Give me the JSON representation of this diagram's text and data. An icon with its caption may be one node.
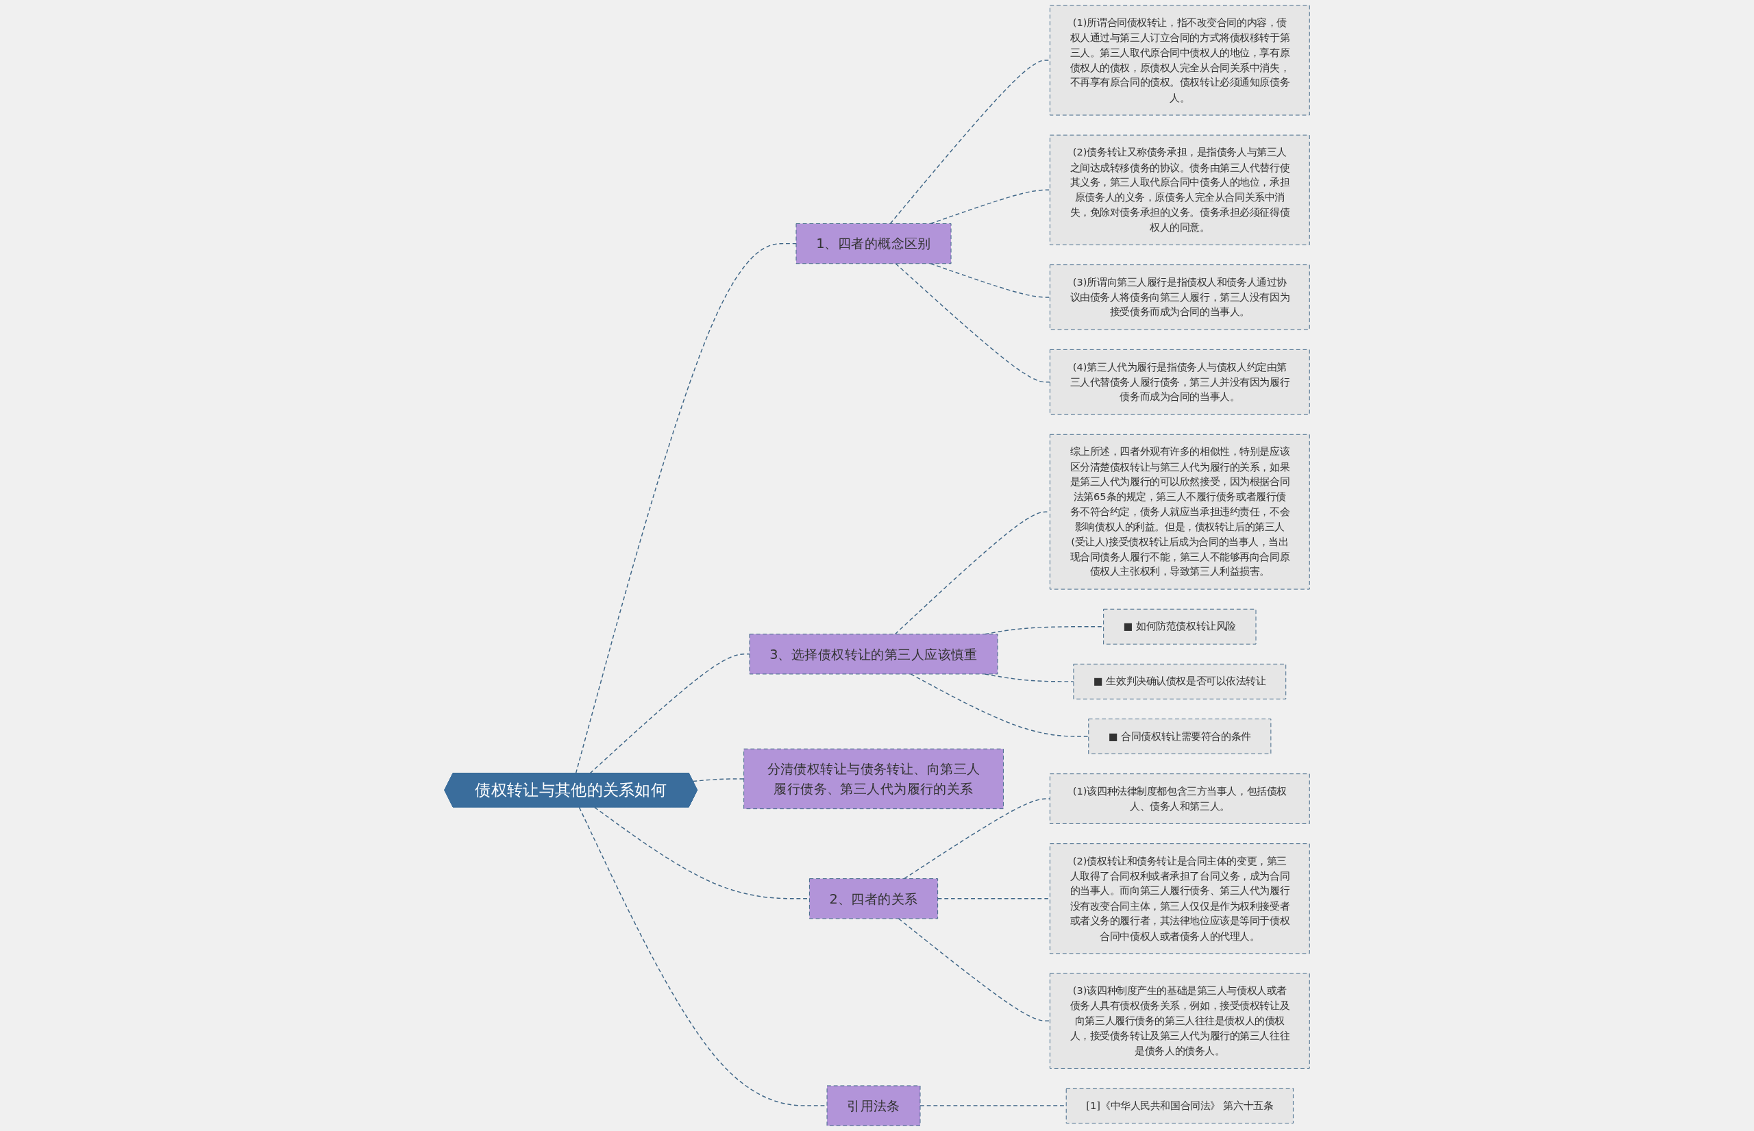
{
  "diagram": {
    "nodes": [
      {
        "text": [
          "债权转让与其他的关系如何"
        ]
      },
      {
        "text": [
          "1、四者的概念区别"
        ]
      },
      {
        "text": [
          "(1)所谓合同债权转让，指不改变合同的内容，债权人通过与第三人订立合同的方式将债权移转于第三人。第三人取代原合同中债权人的地位，享有原债权人的债权，原债权人完全从合同关系中消失，不再享有原合同的债权。债权转让必须通知原债务人。"
        ]
      },
      {
        "text": [
          "(2)债务转让又称债务承担，是指债务人与第三人之间达成转移债务的协议。债务由第三人代替行使其义务，第三人取代原合同中债务人的地位，承担原债务人的义务，原债务人完全从合同关系中消失，免除对债务承担的义务。债务承担必须征得债权人的同意。"
        ]
      },
      {
        "text": [
          "(3)所谓向第三人履行是指债权人和债务人通过协议由债务人将债务向第三人履行，第三人没有因为接受债务而成为合同的当事人。"
        ]
      },
      {
        "text": [
          "(4)第三人代为履行是指债务人与债权人约定由第三人代替债务人履行债务，第三人并没有因为履行债务而成为合同的当事人。"
        ]
      },
      {
        "text": [
          "3、选择债权转让的第三人应该慎重"
        ]
      },
      {
        "text": [
          "综上所述，四者外观有许多的相似性，特别是应该区分清楚债权转让与第三人代为履行的关系，如果是第三人代为履行的可以欣然接受，因为根据合同法第65条的规定，第三人不履行债务或者履行债务不符合约定，债务人就应当承担违约责任，不会影响债权人的利益。但是，债权转让后的第三人(受让人)接受债权转让后成为合同的当事人，当出现合同债务人履行不能，第三人不能够再向合同原债权人主张权利，导致第三人利益损害。"
        ]
      },
      {
        "text": [
          "■ 如何防范债权转让风险"
        ]
      },
      {
        "text": [
          "■ 生效判决确认债权是否可以依法转让"
        ]
      },
      {
        "text": [
          "■ 合同债权转让需要符合的条件"
        ]
      },
      {
        "text": [
          "分清债权转让与债务转让、向第三人履行债务、第三人代为履行的关系"
        ]
      },
      {
        "text": [
          "2、四者的关系"
        ]
      },
      {
        "text": [
          "(1)该四种法律制度都包含三方当事人，包括债权人、债务人和第三人。"
        ]
      },
      {
        "text": [
          "(2)债权转让和债务转让是合同主体的变更，第三人取得了合同权利或者承担了台同义务，成为合同的当事人。而向第三人履行债务、第三人代为履行没有改变合同主体，第三人仅仅是作为权利接受者或者义务的履行者，其法律地位应该是等同于债权合同中债权人或者债务人的代理人。"
        ]
      },
      {
        "text": [
          "(3)该四种制度产生的基础是第三人与债权人或者债务人具有债权债务关系，例如，接受债权转让及向第三人履行债务的第三人往往是债权人的债权人，接受债务转让及第三人代为履行的第三人往往是债务人的债务人。"
        ]
      },
      {
        "text": [
          "引用法条"
        ]
      },
      {
        "text": [
          "[1]《中华人民共和国合同法》 第六十五条"
        ]
      }
    ],
    "edges": [
      {
        "from": 0,
        "to": 1,
        "arrow": "none",
        "style": "dashed"
      },
      {
        "from": 1,
        "to": 2,
        "arrow": "none",
        "style": "dashed"
      },
      {
        "from": 1,
        "to": 3,
        "arrow": "none",
        "style": "dashed"
      },
      {
        "from": 1,
        "to": 4,
        "arrow": "none",
        "style": "dashed"
      },
      {
        "from": 1,
        "to": 5,
        "arrow": "none",
        "style": "dashed"
      },
      {
        "from": 0,
        "to": 6,
        "arrow": "none",
        "style": "dashed"
      },
      {
        "from": 6,
        "to": 7,
        "arrow": "none",
        "style": "dashed"
      },
      {
        "from": 6,
        "to": 8,
        "arrow": "none",
        "style": "dashed"
      },
      {
        "from": 6,
        "to": 9,
        "arrow": "none",
        "style": "dashed"
      },
      {
        "from": 6,
        "to": 10,
        "arrow": "none",
        "style": "dashed"
      },
      {
        "from": 0,
        "to": 11,
        "arrow": "none",
        "style": "dashed"
      },
      {
        "from": 0,
        "to": 12,
        "arrow": "none",
        "style": "dashed"
      },
      {
        "from": 12,
        "to": 13,
        "arrow": "none",
        "style": "dashed"
      },
      {
        "from": 12,
        "to": 14,
        "arrow": "none",
        "style": "dashed"
      },
      {
        "from": 12,
        "to": 15,
        "arrow": "none",
        "style": "dashed"
      },
      {
        "from": 0,
        "to": 16,
        "arrow": "none",
        "style": "dashed"
      },
      {
        "from": 16,
        "to": 17,
        "arrow": "none",
        "style": "dashed"
      }
    ]
  }
}
